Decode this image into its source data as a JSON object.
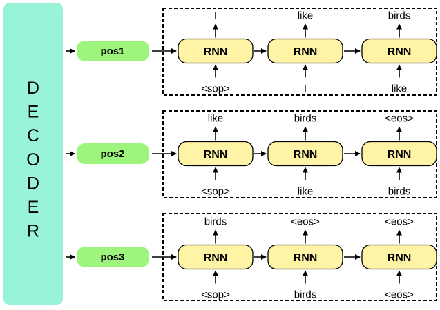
{
  "decoder": {
    "label": "DECODER",
    "color": "#99F3D8"
  },
  "colors": {
    "pos_fill": "#9DF57E",
    "rnn_fill": "#FFF3A6",
    "rnn_stroke": "#000000",
    "frame_stroke": "#000000"
  },
  "rows": [
    {
      "pos_label": "pos1",
      "cells": [
        {
          "label": "RNN",
          "input": "<sop>",
          "output": "I"
        },
        {
          "label": "RNN",
          "input": "I",
          "output": "like"
        },
        {
          "label": "RNN",
          "input": "like",
          "output": "birds"
        }
      ]
    },
    {
      "pos_label": "pos2",
      "cells": [
        {
          "label": "RNN",
          "input": "<sop>",
          "output": "like"
        },
        {
          "label": "RNN",
          "input": "like",
          "output": "birds"
        },
        {
          "label": "RNN",
          "input": "birds",
          "output": "<eos>"
        }
      ]
    },
    {
      "pos_label": "pos3",
      "cells": [
        {
          "label": "RNN",
          "input": "<sop>",
          "output": "birds"
        },
        {
          "label": "RNN",
          "input": "birds",
          "output": "<eos>"
        },
        {
          "label": "RNN",
          "input": "<eos>",
          "output": "<eos>"
        }
      ]
    }
  ]
}
